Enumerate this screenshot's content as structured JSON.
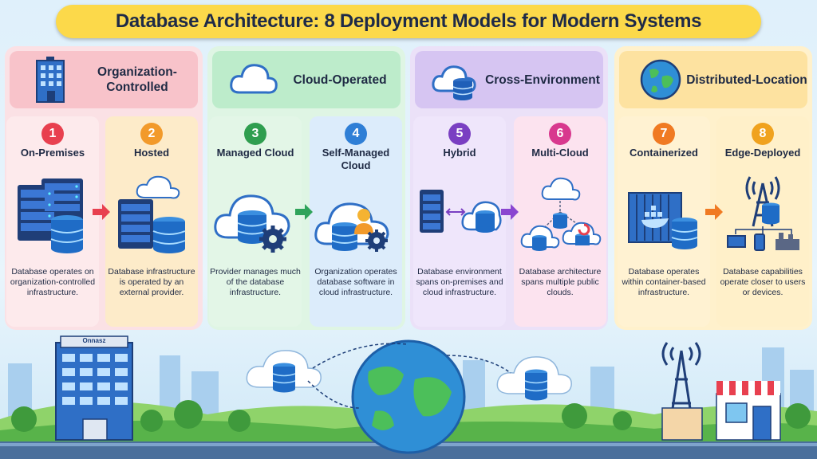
{
  "title": "Database Architecture: 8 Deployment Models for Modern Systems",
  "groups": [
    {
      "label": "Organization-\nControlled",
      "color": "#f7c6cc",
      "bg": "#fde3e6"
    },
    {
      "label": "Cloud-Operated",
      "color": "#bfeacb",
      "bg": "#e1f6e5"
    },
    {
      "label": "Cross-Environment",
      "color": "#d7c6f2",
      "bg": "#ece2fa"
    },
    {
      "label": "Distributed-Location",
      "color": "#fde6a8",
      "bg": "#fff2cf"
    }
  ],
  "models": [
    {
      "number": "1",
      "title": "On-Premises",
      "description": "Database operates on organization-controlled infrastructure.",
      "color": "#e8404f"
    },
    {
      "number": "2",
      "title": "Hosted",
      "description": "Database infrastructure is operated by an external provider.",
      "color": "#f29a2b"
    },
    {
      "number": "3",
      "title": "Managed Cloud",
      "description": "Provider manages much of the database infrastructure.",
      "color": "#2f9e4f"
    },
    {
      "number": "4",
      "title": "Self-Managed Cloud",
      "description": "Organization operates database software in cloud infrastructure.",
      "color": "#2f7fd6"
    },
    {
      "number": "5",
      "title": "Hybrid",
      "description": "Database environment spans on-premises and cloud infrastructure.",
      "color": "#7a3fc2"
    },
    {
      "number": "6",
      "title": "Multi-Cloud",
      "description": "Database architecture spans multiple public clouds.",
      "color": "#d8388e"
    },
    {
      "number": "7",
      "title": "Containerized",
      "description": "Database operates within container-based infrastructure.",
      "color": "#f07a22"
    },
    {
      "number": "8",
      "title": "Edge-Deployed",
      "description": "Database capabilities operate closer to users or devices.",
      "color": "#f0a21e"
    }
  ],
  "building_sign": "Onnasz",
  "icons": {
    "group1": "office-building-icon",
    "group2": "cloud-icon",
    "group3": "cloud-database-icon",
    "group4": "globe-icon"
  }
}
